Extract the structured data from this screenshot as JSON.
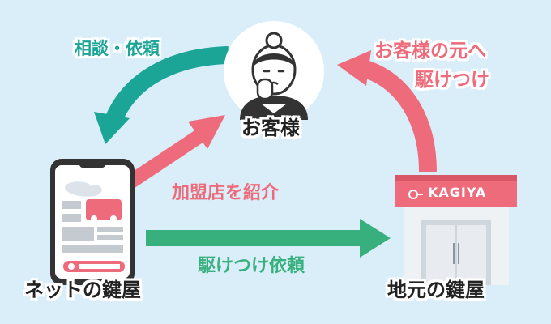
{
  "labels": {
    "consult": "相談・依頼",
    "customer": "お客様",
    "dispatch_line1": "お客様の元へ",
    "dispatch_line2": "駆けつけ",
    "introduce": "加盟店を紹介",
    "rush_request": "駆けつけ依頼",
    "net_locksmith": "ネットの鍵屋",
    "local_locksmith": "地元の鍵屋",
    "store_sign": "KAGIYA"
  },
  "colors": {
    "background": "#d9eef9",
    "teal": "#1aa597",
    "pink": "#ee6b7b",
    "green": "#37b07e",
    "text_dark": "#222222"
  }
}
